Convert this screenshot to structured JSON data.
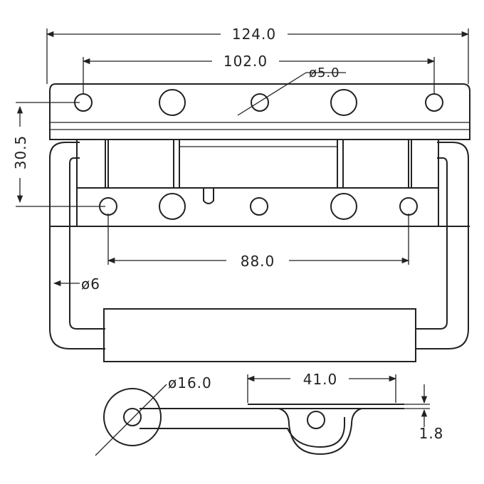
{
  "dimensions": {
    "overall_width": "124.0",
    "hole_pitch_top": "102.0",
    "hole_diameter": "ø5.0",
    "plate_height": "30.5",
    "hole_pitch_bottom": "88.0",
    "rod_diameter": "ø6",
    "ring_diameter": "ø16.0",
    "side_length": "41.0",
    "thickness": "1.8"
  },
  "colors": {
    "line": "#222222",
    "background": "#ffffff"
  }
}
